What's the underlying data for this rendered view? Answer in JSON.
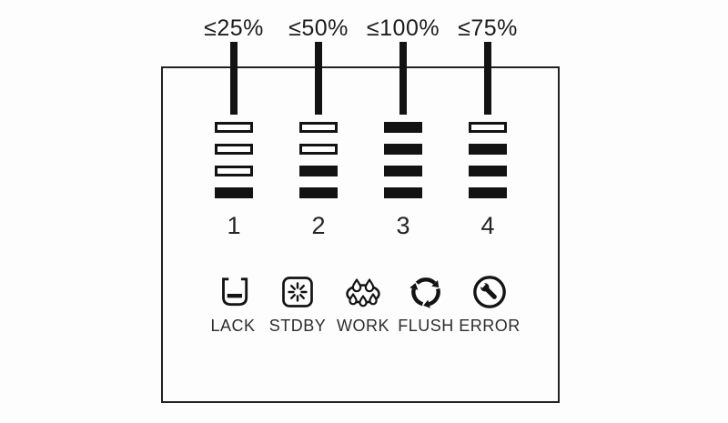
{
  "diagram": {
    "colors": {
      "ink": "#161616",
      "background": "#fdfdfd"
    },
    "columns": [
      {
        "threshold": "≤25%",
        "number": "1",
        "bars": [
          "empty",
          "empty",
          "empty",
          "filled"
        ]
      },
      {
        "threshold": "≤50%",
        "number": "2",
        "bars": [
          "empty",
          "empty",
          "filled",
          "filled"
        ]
      },
      {
        "threshold": "≤100%",
        "number": "3",
        "bars": [
          "filled",
          "filled",
          "filled",
          "filled"
        ]
      },
      {
        "threshold": "≤75%",
        "number": "4",
        "bars": [
          "empty",
          "filled",
          "filled",
          "filled"
        ]
      }
    ],
    "statuses": [
      {
        "icon": "tank-low-icon",
        "label": "LACK"
      },
      {
        "icon": "starburst-icon",
        "label": "STDBY"
      },
      {
        "icon": "droplets-icon",
        "label": "WORK"
      },
      {
        "icon": "circular-arrows-icon",
        "label": "FLUSH"
      },
      {
        "icon": "wrench-circle-icon",
        "label": "ERROR"
      }
    ]
  }
}
